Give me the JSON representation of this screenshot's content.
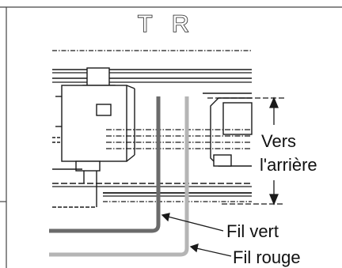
{
  "header": {
    "letter_left": "T",
    "letter_right": "R"
  },
  "labels": {
    "direction_line1": "Vers",
    "direction_line2": "l'arrière",
    "green_wire": "Fil vert",
    "red_wire": "Fil rouge"
  },
  "colors": {
    "green_wire": "#6b6b6b",
    "red_wire": "#b5b5b5",
    "line": "#1a1a1a",
    "frame": "#444444"
  }
}
